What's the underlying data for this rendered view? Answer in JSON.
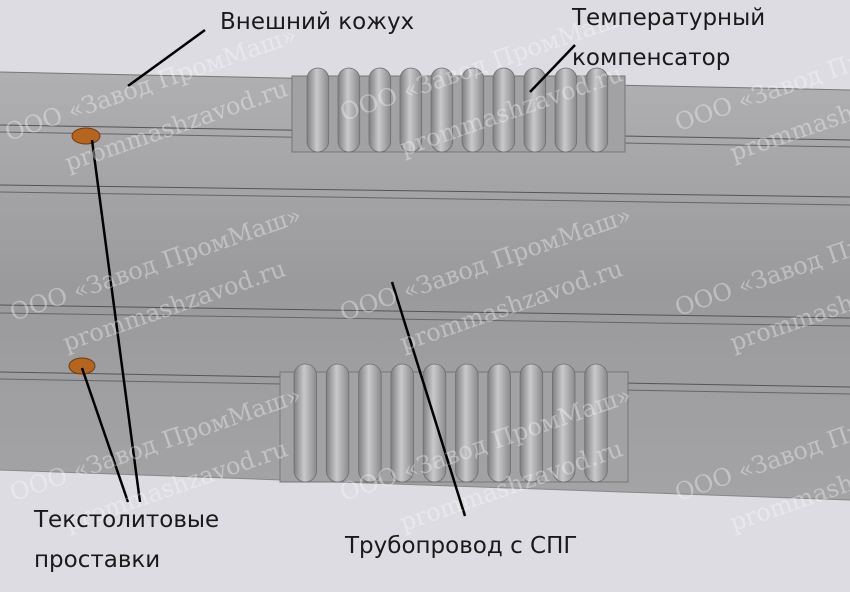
{
  "labels": {
    "outer_casing": "Внешний кожух",
    "compensator_line1": "Температурный",
    "compensator_line2": "компенсатор",
    "spacers_line1": "Текстолитовые",
    "spacers_line2": "проставки",
    "pipeline": "Трубопровод с СПГ"
  },
  "watermark": {
    "company": "ООО «Завод ПромМаш»",
    "site": "prommashzavod.ru"
  },
  "colors": {
    "background": "#dcdce2",
    "pipe": "#9c9c9e",
    "spacer": "#b5651d",
    "leader": "#000000"
  }
}
